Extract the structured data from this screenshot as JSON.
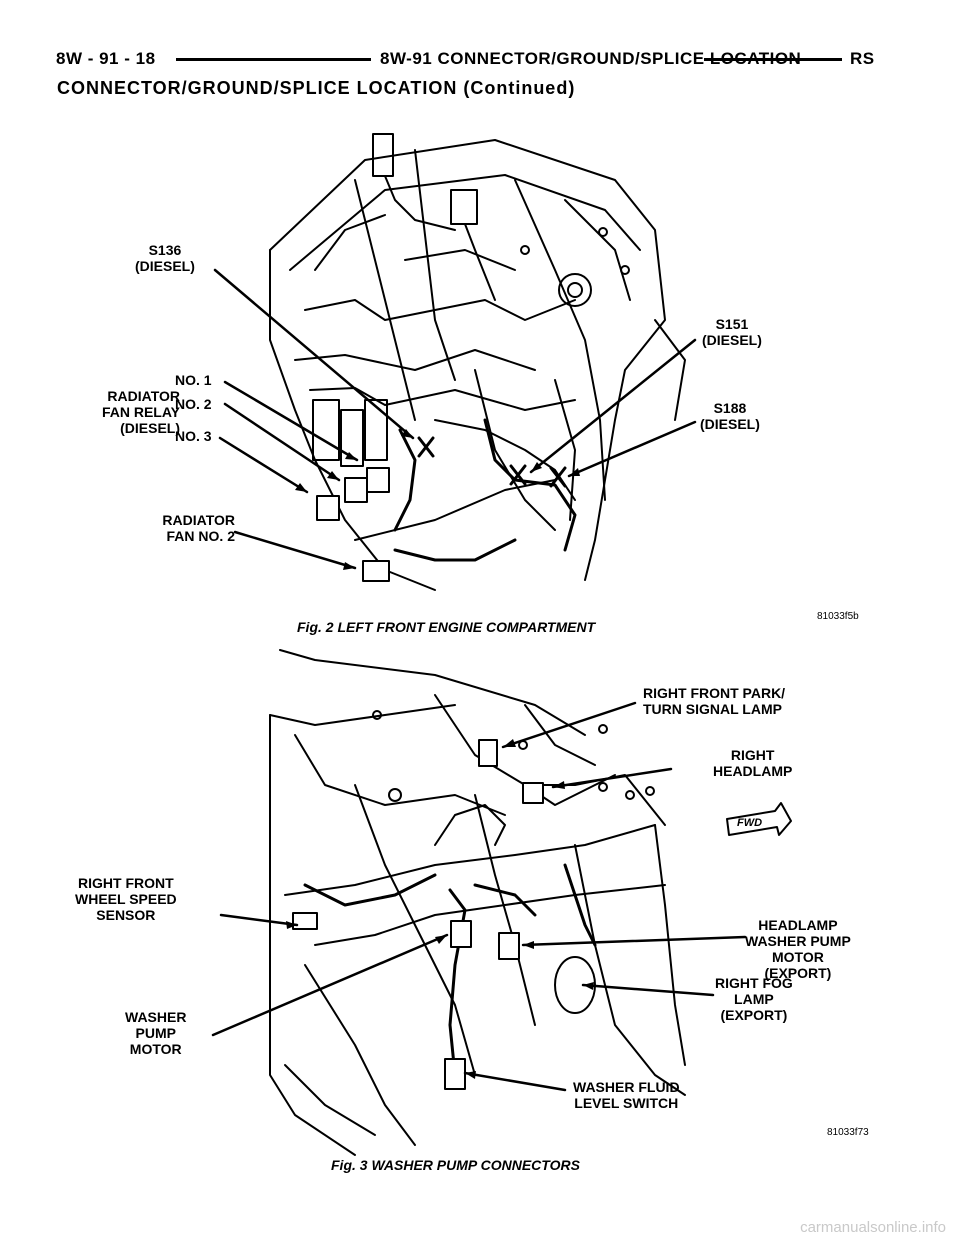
{
  "header": {
    "page_number": "8W - 91 - 18",
    "section_title": "8W-91 CONNECTOR/GROUND/SPLICE LOCATION",
    "model_code": "RS"
  },
  "subheader": "CONNECTOR/GROUND/SPLICE LOCATION (Continued)",
  "figure2": {
    "labels": {
      "s136": "S136\n(DIESEL)",
      "relay": "RADIATOR\nFAN RELAY\n(DIESEL)",
      "no1": "NO. 1",
      "no2": "NO. 2",
      "no3": "NO. 3",
      "s151": "S151\n(DIESEL)",
      "s188": "S188\n(DIESEL)",
      "fan2": "RADIATOR\nFAN NO. 2"
    },
    "code": "81033f5b",
    "caption": "Fig. 2 LEFT FRONT ENGINE COMPARTMENT"
  },
  "figure3": {
    "labels": {
      "park": "RIGHT FRONT PARK/\nTURN SIGNAL LAMP",
      "headlamp": "RIGHT\nHEADLAMP",
      "fwd": "FWD",
      "wheel": "RIGHT FRONT\nWHEEL SPEED\nSENSOR",
      "hwpm": "HEADLAMP\nWASHER PUMP\nMOTOR\n(EXPORT)",
      "fog": "RIGHT FOG\nLAMP\n(EXPORT)",
      "wpm": "WASHER\nPUMP\nMOTOR",
      "wfls": "WASHER FLUID\nLEVEL SWITCH"
    },
    "code": "81033f73",
    "caption": "Fig. 3 WASHER PUMP CONNECTORS"
  },
  "watermark": "carmanualsonline.info"
}
